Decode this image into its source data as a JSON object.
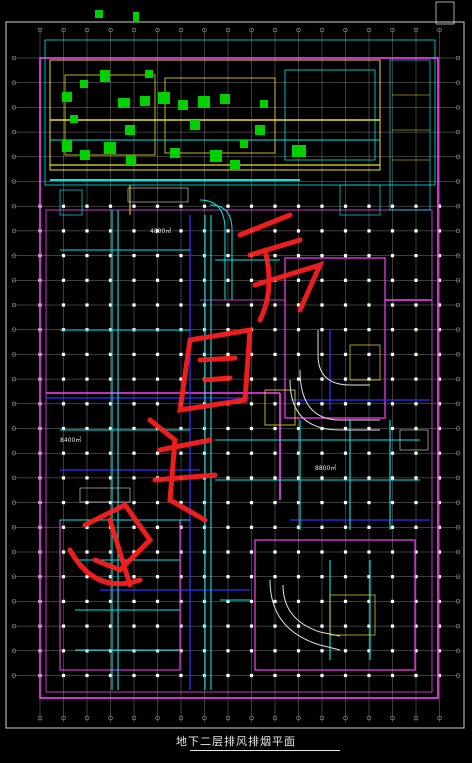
{
  "drawing": {
    "title": "地下二层排风排烟平面",
    "watermark": "深圳同济",
    "area_labels": [
      "4800㎡",
      "8400㎡",
      "8800㎡"
    ],
    "colors": {
      "background": "#000000",
      "grid": "#b0b0b0",
      "column": "#ffffff",
      "wall": "#ff40ff",
      "duct": "#00e8e8",
      "duct_yellow": "#f0e020",
      "equipment": "#00d000",
      "partition": "#3030ff",
      "watermark": "#ff2020",
      "text": "#e8e8e8"
    }
  }
}
